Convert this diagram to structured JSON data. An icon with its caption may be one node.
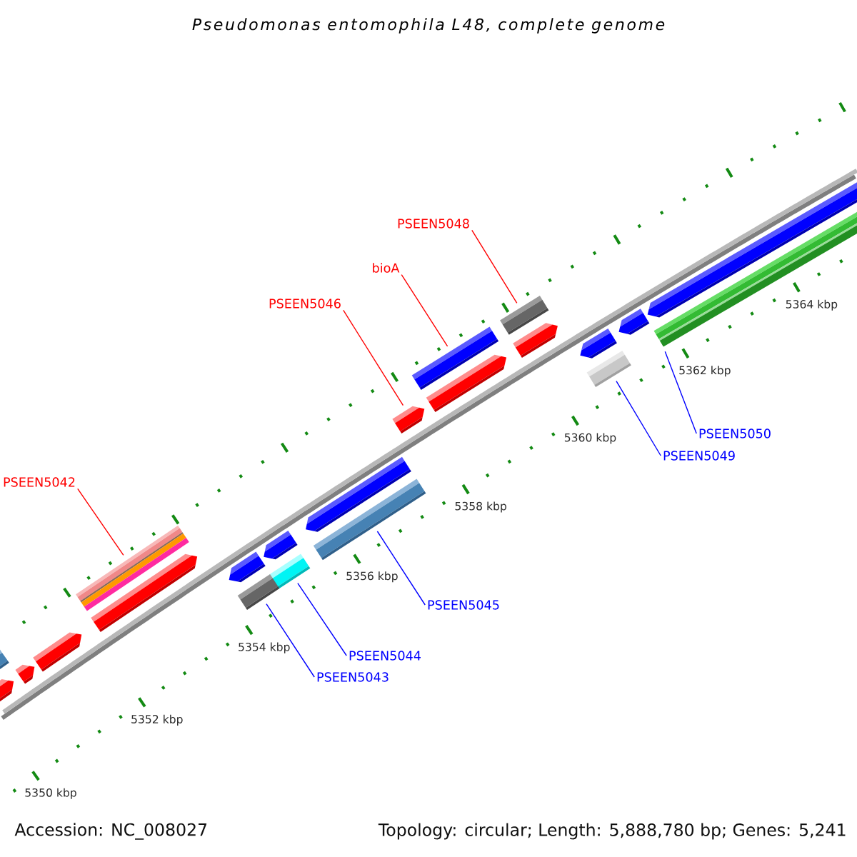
{
  "diagram": {
    "title": "Pseudomonas entomophila L48, complete genome",
    "nodes": [
      {
        "text": [
          "PSEEN5048"
        ]
      },
      {
        "text": [],
        "shape": "bar"
      },
      {
        "text": [
          "bioA"
        ]
      },
      {
        "text": [],
        "shape": "bar"
      },
      {
        "text": [
          "PSEEN5046"
        ]
      },
      {
        "text": [],
        "shape": "arrow"
      },
      {
        "text": [
          "PSEEN5050"
        ]
      },
      {
        "text": [],
        "shape": "bar"
      },
      {
        "text": [
          "PSEEN5049"
        ]
      },
      {
        "text": [],
        "shape": "bar"
      },
      {
        "text": [
          "PSEEN5042"
        ]
      },
      {
        "text": [],
        "shape": "bar"
      },
      {
        "text": [
          "PSEEN5045"
        ]
      },
      {
        "text": [],
        "shape": "bar"
      },
      {
        "text": [
          "PSEEN5044"
        ]
      },
      {
        "text": [],
        "shape": "bar"
      },
      {
        "text": [
          "PSEEN5043"
        ]
      },
      {
        "text": [],
        "shape": "bar"
      }
    ],
    "edges": [
      {
        "from": 0,
        "to": 1,
        "arrow": "none",
        "color": "#ff0000"
      },
      {
        "from": 2,
        "to": 3,
        "arrow": "none",
        "color": "#ff0000"
      },
      {
        "from": 4,
        "to": 5,
        "arrow": "none",
        "color": "#ff0000"
      },
      {
        "from": 6,
        "to": 7,
        "arrow": "none"
      },
      {
        "from": 8,
        "to": 9,
        "arrow": "none"
      },
      {
        "from": 10,
        "to": 11,
        "arrow": "none",
        "color": "#ff0000"
      },
      {
        "from": 12,
        "to": 13,
        "arrow": "none"
      },
      {
        "from": 14,
        "to": 15,
        "arrow": "none"
      },
      {
        "from": 16,
        "to": 17,
        "arrow": "none"
      }
    ],
    "labels": [
      "5364 kbp",
      "5362 kbp",
      "5360 kbp",
      "5358 kbp",
      "5356 kbp",
      "5354 kbp",
      "5352 kbp",
      "5350 kbp",
      "Accession: NC_008027",
      "Topology: circular; Length: 5,888,780 bp; Genes: 5,241"
    ]
  }
}
